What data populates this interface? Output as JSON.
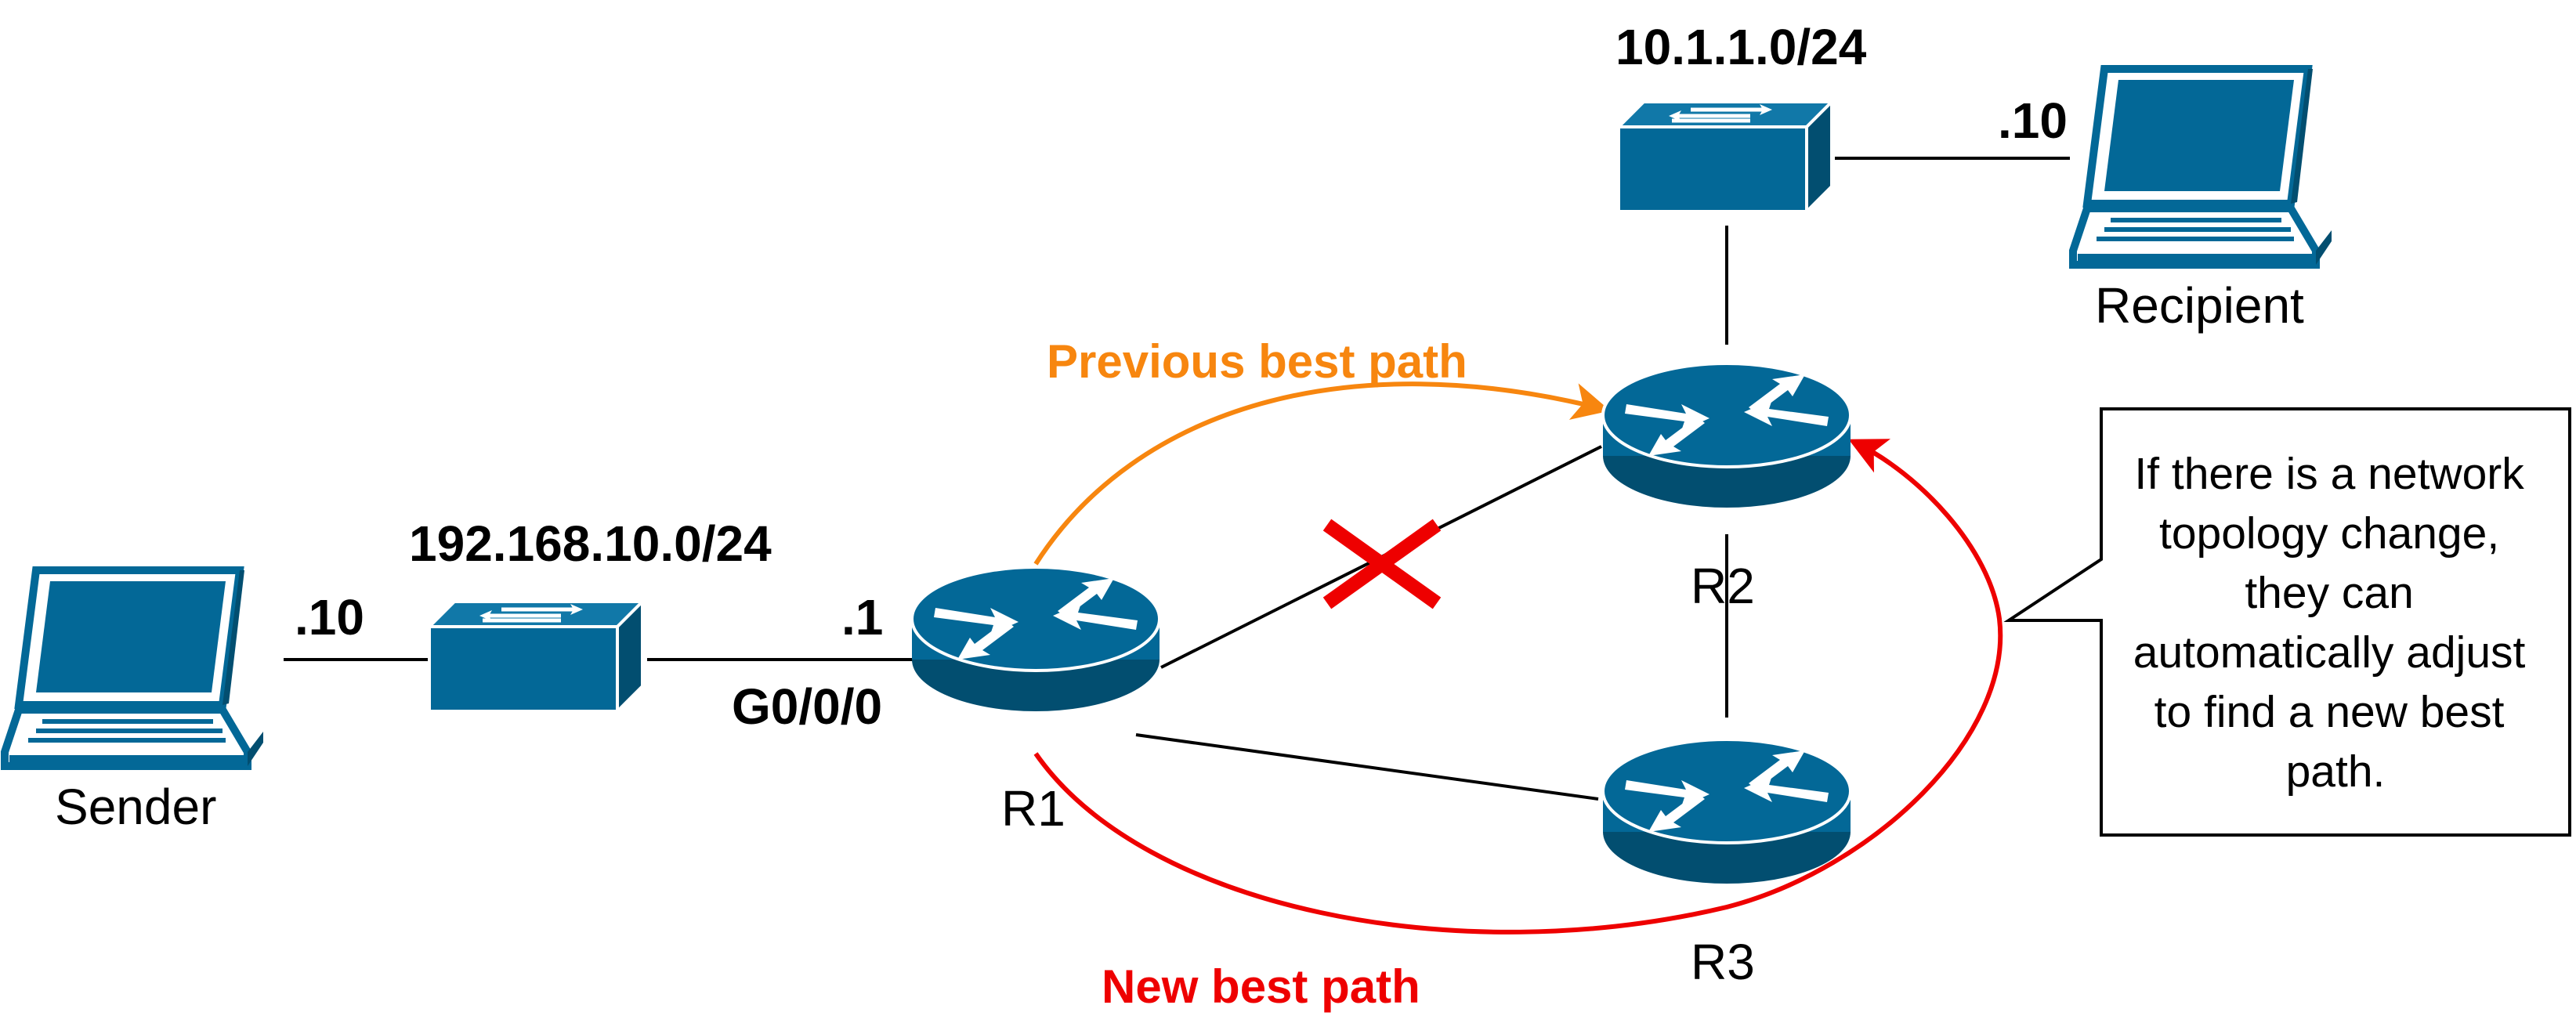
{
  "colors": {
    "device": "#036897",
    "device_dark": "#024e70",
    "link": "#000000",
    "previous_path": "#f7860f",
    "new_path": "#ee0000",
    "failure_mark": "#ee0000"
  },
  "devices": {
    "sender": {
      "label": "Sender",
      "icon": "laptop-icon"
    },
    "recipient": {
      "label": "Recipient",
      "icon": "laptop-icon"
    },
    "switch_lan": {
      "icon": "switch-icon"
    },
    "switch_remote": {
      "icon": "switch-icon"
    },
    "r1": {
      "label": "R1",
      "icon": "router-icon"
    },
    "r2": {
      "label": "R2",
      "icon": "router-icon"
    },
    "r3": {
      "label": "R3",
      "icon": "router-icon"
    }
  },
  "networks": {
    "lan_subnet": "192.168.10.0/24",
    "remote_subnet": "10.1.1.0/24"
  },
  "addresses": {
    "sender_host": ".10",
    "r1_gateway": ".1",
    "r1_interface": "G0/0/0",
    "recipient_host": ".10"
  },
  "paths": {
    "previous": "Previous best path",
    "new": "New best path"
  },
  "callout": {
    "lines": [
      "If there is a network",
      "topology change,",
      "they can",
      "automatically adjust",
      "to find a new best",
      "path."
    ]
  }
}
